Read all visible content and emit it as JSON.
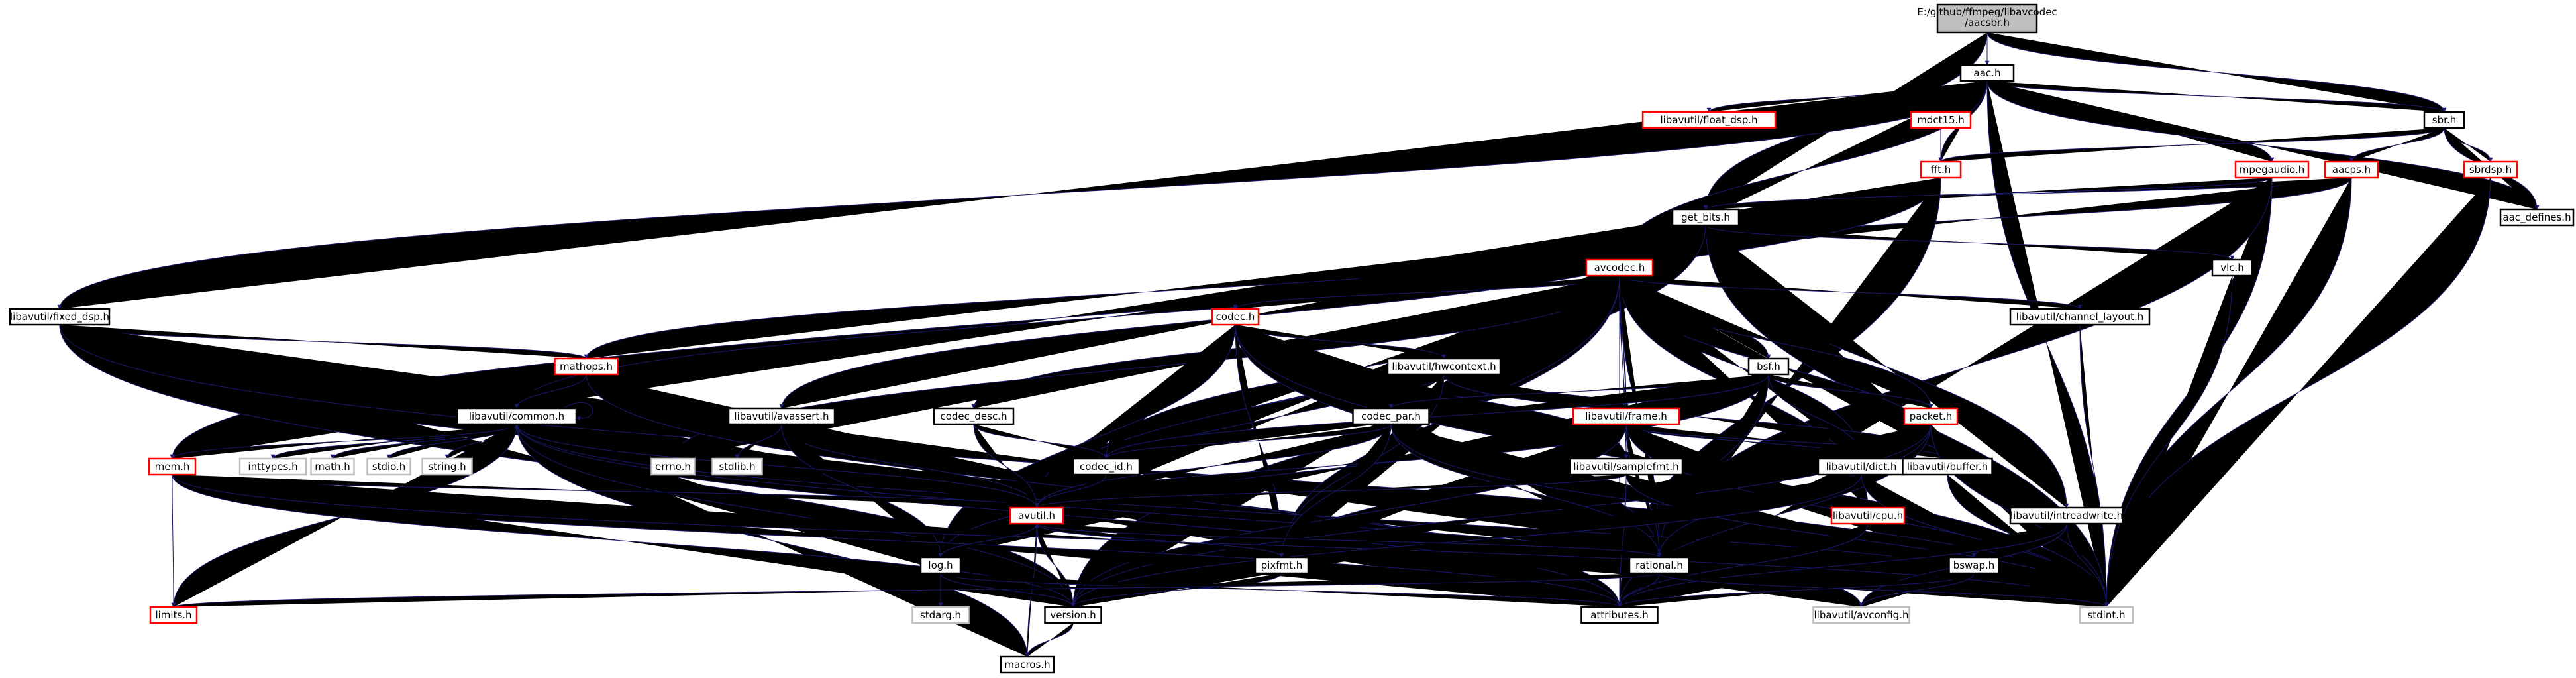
{
  "colors": {
    "root_fill": "#bfbfbf",
    "node_border": "#000000",
    "broken_border": "#ff0000",
    "system_border": "#bfbfbf",
    "edge_color": "#191970",
    "node_fill": "#ffffff"
  },
  "nodes": [
    {
      "id": "root",
      "label": "E:/github/ffmpeg/libavcodec/aacsbr.h",
      "kind": "root"
    },
    {
      "id": "aac_h",
      "label": "aac.h",
      "kind": "local"
    },
    {
      "id": "float_dsp_h",
      "label": "libavutil/float_dsp.h",
      "kind": "broken"
    },
    {
      "id": "mdct15_h",
      "label": "mdct15.h",
      "kind": "broken"
    },
    {
      "id": "fft_h",
      "label": "fft.h",
      "kind": "broken"
    },
    {
      "id": "mpegaudio_h",
      "label": "mpegaudio.h",
      "kind": "broken"
    },
    {
      "id": "sbr_h",
      "label": "sbr.h",
      "kind": "local"
    },
    {
      "id": "aacps_h",
      "label": "aacps.h",
      "kind": "broken"
    },
    {
      "id": "sbrdsp_h",
      "label": "sbrdsp.h",
      "kind": "broken"
    },
    {
      "id": "aac_defines_h",
      "label": "aac_defines.h",
      "kind": "local"
    },
    {
      "id": "get_bits_h",
      "label": "get_bits.h",
      "kind": "local"
    },
    {
      "id": "vlc_h",
      "label": "vlc.h",
      "kind": "local"
    },
    {
      "id": "avcodec_h",
      "label": "avcodec.h",
      "kind": "broken"
    },
    {
      "id": "fixed_dsp_h",
      "label": "libavutil/fixed_dsp.h",
      "kind": "local"
    },
    {
      "id": "channel_layout_h",
      "label": "libavutil/channel_layout.h",
      "kind": "local"
    },
    {
      "id": "codec_h",
      "label": "codec.h",
      "kind": "broken"
    },
    {
      "id": "mathops_h",
      "label": "mathops.h",
      "kind": "broken"
    },
    {
      "id": "hwcontext_h",
      "label": "libavutil/hwcontext.h",
      "kind": "local"
    },
    {
      "id": "bsf_h",
      "label": "bsf.h",
      "kind": "local"
    },
    {
      "id": "common_h",
      "label": "libavutil/common.h",
      "kind": "local"
    },
    {
      "id": "avassert_h",
      "label": "libavutil/avassert.h",
      "kind": "local"
    },
    {
      "id": "frame_h",
      "label": "libavutil/frame.h",
      "kind": "broken"
    },
    {
      "id": "packet_h",
      "label": "packet.h",
      "kind": "broken"
    },
    {
      "id": "codec_desc_h",
      "label": "codec_desc.h",
      "kind": "local"
    },
    {
      "id": "codec_par_h",
      "label": "codec_par.h",
      "kind": "local"
    },
    {
      "id": "mem_h",
      "label": "mem.h",
      "kind": "broken"
    },
    {
      "id": "inttypes_h",
      "label": "inttypes.h",
      "kind": "system"
    },
    {
      "id": "math_h",
      "label": "math.h",
      "kind": "system"
    },
    {
      "id": "stdio_h",
      "label": "stdio.h",
      "kind": "system"
    },
    {
      "id": "string_h",
      "label": "string.h",
      "kind": "system"
    },
    {
      "id": "errno_h",
      "label": "errno.h",
      "kind": "system"
    },
    {
      "id": "stdlib_h",
      "label": "stdlib.h",
      "kind": "system"
    },
    {
      "id": "codec_id_h",
      "label": "codec_id.h",
      "kind": "local"
    },
    {
      "id": "samplefmt_h",
      "label": "libavutil/samplefmt.h",
      "kind": "local"
    },
    {
      "id": "dict_h",
      "label": "libavutil/dict.h",
      "kind": "local"
    },
    {
      "id": "buffer_h",
      "label": "libavutil/buffer.h",
      "kind": "local"
    },
    {
      "id": "avutil_h",
      "label": "avutil.h",
      "kind": "broken"
    },
    {
      "id": "cpu_h",
      "label": "libavutil/cpu.h",
      "kind": "broken"
    },
    {
      "id": "intreadwrite_h",
      "label": "libavutil/intreadwrite.h",
      "kind": "local"
    },
    {
      "id": "log_h",
      "label": "log.h",
      "kind": "local"
    },
    {
      "id": "pixfmt_h",
      "label": "pixfmt.h",
      "kind": "local"
    },
    {
      "id": "rational_h",
      "label": "rational.h",
      "kind": "local"
    },
    {
      "id": "bswap_h",
      "label": "bswap.h",
      "kind": "local"
    },
    {
      "id": "limits_h",
      "label": "limits.h",
      "kind": "broken"
    },
    {
      "id": "stdarg_h",
      "label": "stdarg.h",
      "kind": "system"
    },
    {
      "id": "version_h",
      "label": "version.h",
      "kind": "local"
    },
    {
      "id": "attributes_h",
      "label": "attributes.h",
      "kind": "local"
    },
    {
      "id": "avconfig_h",
      "label": "libavutil/avconfig.h",
      "kind": "system"
    },
    {
      "id": "stdint_h",
      "label": "stdint.h",
      "kind": "system"
    },
    {
      "id": "macros_h",
      "label": "macros.h",
      "kind": "local"
    }
  ],
  "edges": [
    [
      "root",
      "aac_h"
    ],
    [
      "root",
      "sbr_h"
    ],
    [
      "root",
      "get_bits_h"
    ],
    [
      "aac_h",
      "float_dsp_h"
    ],
    [
      "aac_h",
      "mdct15_h"
    ],
    [
      "aac_h",
      "fft_h"
    ],
    [
      "aac_h",
      "mpegaudio_h"
    ],
    [
      "aac_h",
      "sbr_h"
    ],
    [
      "aac_h",
      "fixed_dsp_h"
    ],
    [
      "aac_h",
      "avcodec_h"
    ],
    [
      "aac_h",
      "aac_defines_h"
    ],
    [
      "aac_h",
      "stdint_h"
    ],
    [
      "mdct15_h",
      "fft_h"
    ],
    [
      "sbr_h",
      "fft_h"
    ],
    [
      "sbr_h",
      "aacps_h"
    ],
    [
      "sbr_h",
      "sbrdsp_h"
    ],
    [
      "sbr_h",
      "aac_defines_h"
    ],
    [
      "aacps_h",
      "get_bits_h"
    ],
    [
      "aacps_h",
      "avcodec_h"
    ],
    [
      "aacps_h",
      "stdint_h"
    ],
    [
      "sbrdsp_h",
      "stdint_h"
    ],
    [
      "fft_h",
      "mem_h"
    ],
    [
      "fft_h",
      "attributes_h"
    ],
    [
      "mpegaudio_h",
      "get_bits_h"
    ],
    [
      "mpegaudio_h",
      "stdint_h"
    ],
    [
      "mpegaudio_h",
      "rational_h"
    ],
    [
      "get_bits_h",
      "vlc_h"
    ],
    [
      "get_bits_h",
      "avcodec_h"
    ],
    [
      "get_bits_h",
      "mathops_h"
    ],
    [
      "get_bits_h",
      "common_h"
    ],
    [
      "get_bits_h",
      "avassert_h"
    ],
    [
      "get_bits_h",
      "log_h"
    ],
    [
      "get_bits_h",
      "intreadwrite_h"
    ],
    [
      "get_bits_h",
      "stdint_h"
    ],
    [
      "vlc_h",
      "stdint_h"
    ],
    [
      "fixed_dsp_h",
      "mathops_h"
    ],
    [
      "fixed_dsp_h",
      "common_h"
    ],
    [
      "fixed_dsp_h",
      "attributes_h"
    ],
    [
      "fixed_dsp_h",
      "version_h"
    ],
    [
      "fixed_dsp_h",
      "stdint_h"
    ],
    [
      "avcodec_h",
      "channel_layout_h"
    ],
    [
      "avcodec_h",
      "codec_h"
    ],
    [
      "avcodec_h",
      "hwcontext_h"
    ],
    [
      "avcodec_h",
      "bsf_h"
    ],
    [
      "avcodec_h",
      "frame_h"
    ],
    [
      "avcodec_h",
      "packet_h"
    ],
    [
      "avcodec_h",
      "codec_desc_h"
    ],
    [
      "avcodec_h",
      "codec_par_h"
    ],
    [
      "avcodec_h",
      "codec_id_h"
    ],
    [
      "avcodec_h",
      "samplefmt_h"
    ],
    [
      "avcodec_h",
      "dict_h"
    ],
    [
      "avcodec_h",
      "buffer_h"
    ],
    [
      "avcodec_h",
      "avutil_h"
    ],
    [
      "avcodec_h",
      "cpu_h"
    ],
    [
      "avcodec_h",
      "log_h"
    ],
    [
      "avcodec_h",
      "pixfmt_h"
    ],
    [
      "avcodec_h",
      "rational_h"
    ],
    [
      "avcodec_h",
      "attributes_h"
    ],
    [
      "avcodec_h",
      "errno_h"
    ],
    [
      "avcodec_h",
      "version_h"
    ],
    [
      "channel_layout_h",
      "stdint_h"
    ],
    [
      "codec_h",
      "hwcontext_h"
    ],
    [
      "codec_h",
      "codec_id_h"
    ],
    [
      "codec_h",
      "samplefmt_h"
    ],
    [
      "codec_h",
      "avutil_h"
    ],
    [
      "codec_h",
      "log_h"
    ],
    [
      "codec_h",
      "pixfmt_h"
    ],
    [
      "codec_h",
      "rational_h"
    ],
    [
      "codec_h",
      "stdint_h"
    ],
    [
      "mathops_h",
      "common_h"
    ],
    [
      "mathops_h",
      "attributes_h"
    ],
    [
      "hwcontext_h",
      "frame_h"
    ],
    [
      "hwcontext_h",
      "buffer_h"
    ],
    [
      "hwcontext_h",
      "pixfmt_h"
    ],
    [
      "bsf_h",
      "codec_par_h"
    ],
    [
      "bsf_h",
      "packet_h"
    ],
    [
      "bsf_h",
      "dict_h"
    ],
    [
      "bsf_h",
      "log_h"
    ],
    [
      "bsf_h",
      "rational_h"
    ],
    [
      "bsf_h",
      "codec_id_h"
    ],
    [
      "common_h",
      "inttypes_h"
    ],
    [
      "common_h",
      "math_h"
    ],
    [
      "common_h",
      "stdio_h"
    ],
    [
      "common_h",
      "string_h"
    ],
    [
      "common_h",
      "errno_h"
    ],
    [
      "common_h",
      "stdlib_h"
    ],
    [
      "common_h",
      "mem_h"
    ],
    [
      "common_h",
      "limits_h"
    ],
    [
      "common_h",
      "attributes_h"
    ],
    [
      "common_h",
      "macros_h"
    ],
    [
      "common_h",
      "version_h"
    ],
    [
      "common_h",
      "avconfig_h"
    ],
    [
      "common_h",
      "stdint_h"
    ],
    [
      "common_h",
      "common_h"
    ],
    [
      "avassert_h",
      "stdlib_h"
    ],
    [
      "avassert_h",
      "avutil_h"
    ],
    [
      "avassert_h",
      "log_h"
    ],
    [
      "frame_h",
      "samplefmt_h"
    ],
    [
      "frame_h",
      "dict_h"
    ],
    [
      "frame_h",
      "buffer_h"
    ],
    [
      "frame_h",
      "avutil_h"
    ],
    [
      "frame_h",
      "rational_h"
    ],
    [
      "frame_h",
      "pixfmt_h"
    ],
    [
      "frame_h",
      "version_h"
    ],
    [
      "frame_h",
      "stdint_h"
    ],
    [
      "packet_h",
      "dict_h"
    ],
    [
      "packet_h",
      "buffer_h"
    ],
    [
      "packet_h",
      "attributes_h"
    ],
    [
      "packet_h",
      "rational_h"
    ],
    [
      "packet_h",
      "version_h"
    ],
    [
      "packet_h",
      "stdint_h"
    ],
    [
      "codec_desc_h",
      "avutil_h"
    ],
    [
      "codec_desc_h",
      "codec_id_h"
    ],
    [
      "codec_par_h",
      "avutil_h"
    ],
    [
      "codec_par_h",
      "rational_h"
    ],
    [
      "codec_par_h",
      "pixfmt_h"
    ],
    [
      "codec_par_h",
      "codec_id_h"
    ],
    [
      "codec_par_h",
      "stdint_h"
    ],
    [
      "mem_h",
      "limits_h"
    ],
    [
      "mem_h",
      "attributes_h"
    ],
    [
      "mem_h",
      "avutil_h"
    ],
    [
      "mem_h",
      "version_h"
    ],
    [
      "mem_h",
      "stdint_h"
    ],
    [
      "codec_id_h",
      "avutil_h"
    ],
    [
      "samplefmt_h",
      "avutil_h"
    ],
    [
      "samplefmt_h",
      "attributes_h"
    ],
    [
      "samplefmt_h",
      "stdint_h"
    ],
    [
      "dict_h",
      "stdint_h"
    ],
    [
      "dict_h",
      "version_h"
    ],
    [
      "buffer_h",
      "stdint_h"
    ],
    [
      "avutil_h",
      "common_h"
    ],
    [
      "avutil_h",
      "log_h"
    ],
    [
      "avutil_h",
      "pixfmt_h"
    ],
    [
      "avutil_h",
      "rational_h"
    ],
    [
      "avutil_h",
      "version_h"
    ],
    [
      "avutil_h",
      "macros_h"
    ],
    [
      "cpu_h",
      "attributes_h"
    ],
    [
      "intreadwrite_h",
      "bswap_h"
    ],
    [
      "intreadwrite_h",
      "avconfig_h"
    ],
    [
      "intreadwrite_h",
      "attributes_h"
    ],
    [
      "intreadwrite_h",
      "stdint_h"
    ],
    [
      "log_h",
      "avutil_h"
    ],
    [
      "log_h",
      "stdarg_h"
    ],
    [
      "log_h",
      "attributes_h"
    ],
    [
      "log_h",
      "version_h"
    ],
    [
      "pixfmt_h",
      "version_h"
    ],
    [
      "rational_h",
      "attributes_h"
    ],
    [
      "rational_h",
      "limits_h"
    ],
    [
      "rational_h",
      "stdint_h"
    ],
    [
      "bswap_h",
      "attributes_h"
    ],
    [
      "bswap_h",
      "avconfig_h"
    ],
    [
      "bswap_h",
      "config_dummy"
    ],
    [
      "version_h",
      "macros_h"
    ]
  ]
}
